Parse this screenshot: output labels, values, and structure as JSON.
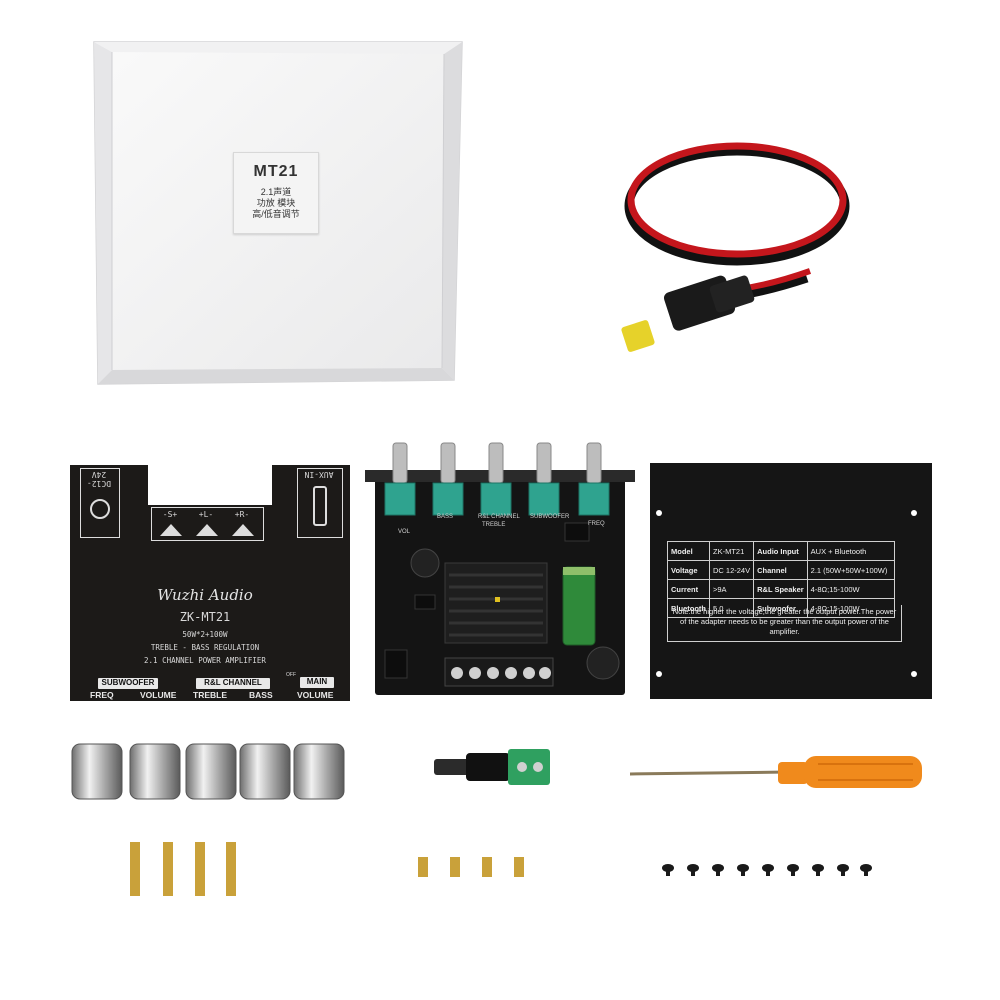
{
  "box": {
    "model": "MT21",
    "lines": [
      "2.1声道",
      "功放 模块",
      "高/低音调节"
    ]
  },
  "front_panel": {
    "dc_label": "DC12-24V",
    "aux_label": "AUX-IN",
    "speakers": [
      "-S+",
      "+L-",
      "+R-"
    ],
    "brand": "Wuzhi Audio",
    "model": "ZK-MT21",
    "spec_lines": [
      "50W*2+100W",
      "TREBLE - BASS REGULATION",
      "2.1 CHANNEL POWER AMPLIFIER"
    ],
    "groups": [
      "SUBWOOFER",
      "R&L CHANNEL",
      "MAIN"
    ],
    "off_label": "OFF",
    "knob_labels": [
      "FREQ",
      "VOLUME",
      "TREBLE",
      "BASS",
      "VOLUME"
    ]
  },
  "board": {
    "silk": [
      "BASS",
      "R&L CHANNEL",
      "TREBLE",
      "SUBWOOFER",
      "VOL",
      "FREQ"
    ]
  },
  "back_panel": {
    "rows": [
      [
        "Model",
        "ZK-MT21",
        "Audio Input",
        "AUX + Bluetooth"
      ],
      [
        "Voltage",
        "DC 12-24V",
        "Channel",
        "2.1 (50W+50W+100W)"
      ],
      [
        "Current",
        ">9A",
        "R&L Speaker",
        "4-8Ω;15-100W"
      ],
      [
        "Bluetooth",
        "5.0",
        "Subwoofer",
        "4-8Ω;15-100W"
      ]
    ],
    "note": "Note:the higher the voltage,the greater the output power.The power of the adapter needs to be greater than the output power of the amplifier."
  },
  "colors": {
    "cable_red": "#c4161c",
    "cable_black": "#111111",
    "pot_green": "#2fa38f",
    "screwdriver_orange": "#f08a1c",
    "standoff_brass": "#c9a13a"
  }
}
